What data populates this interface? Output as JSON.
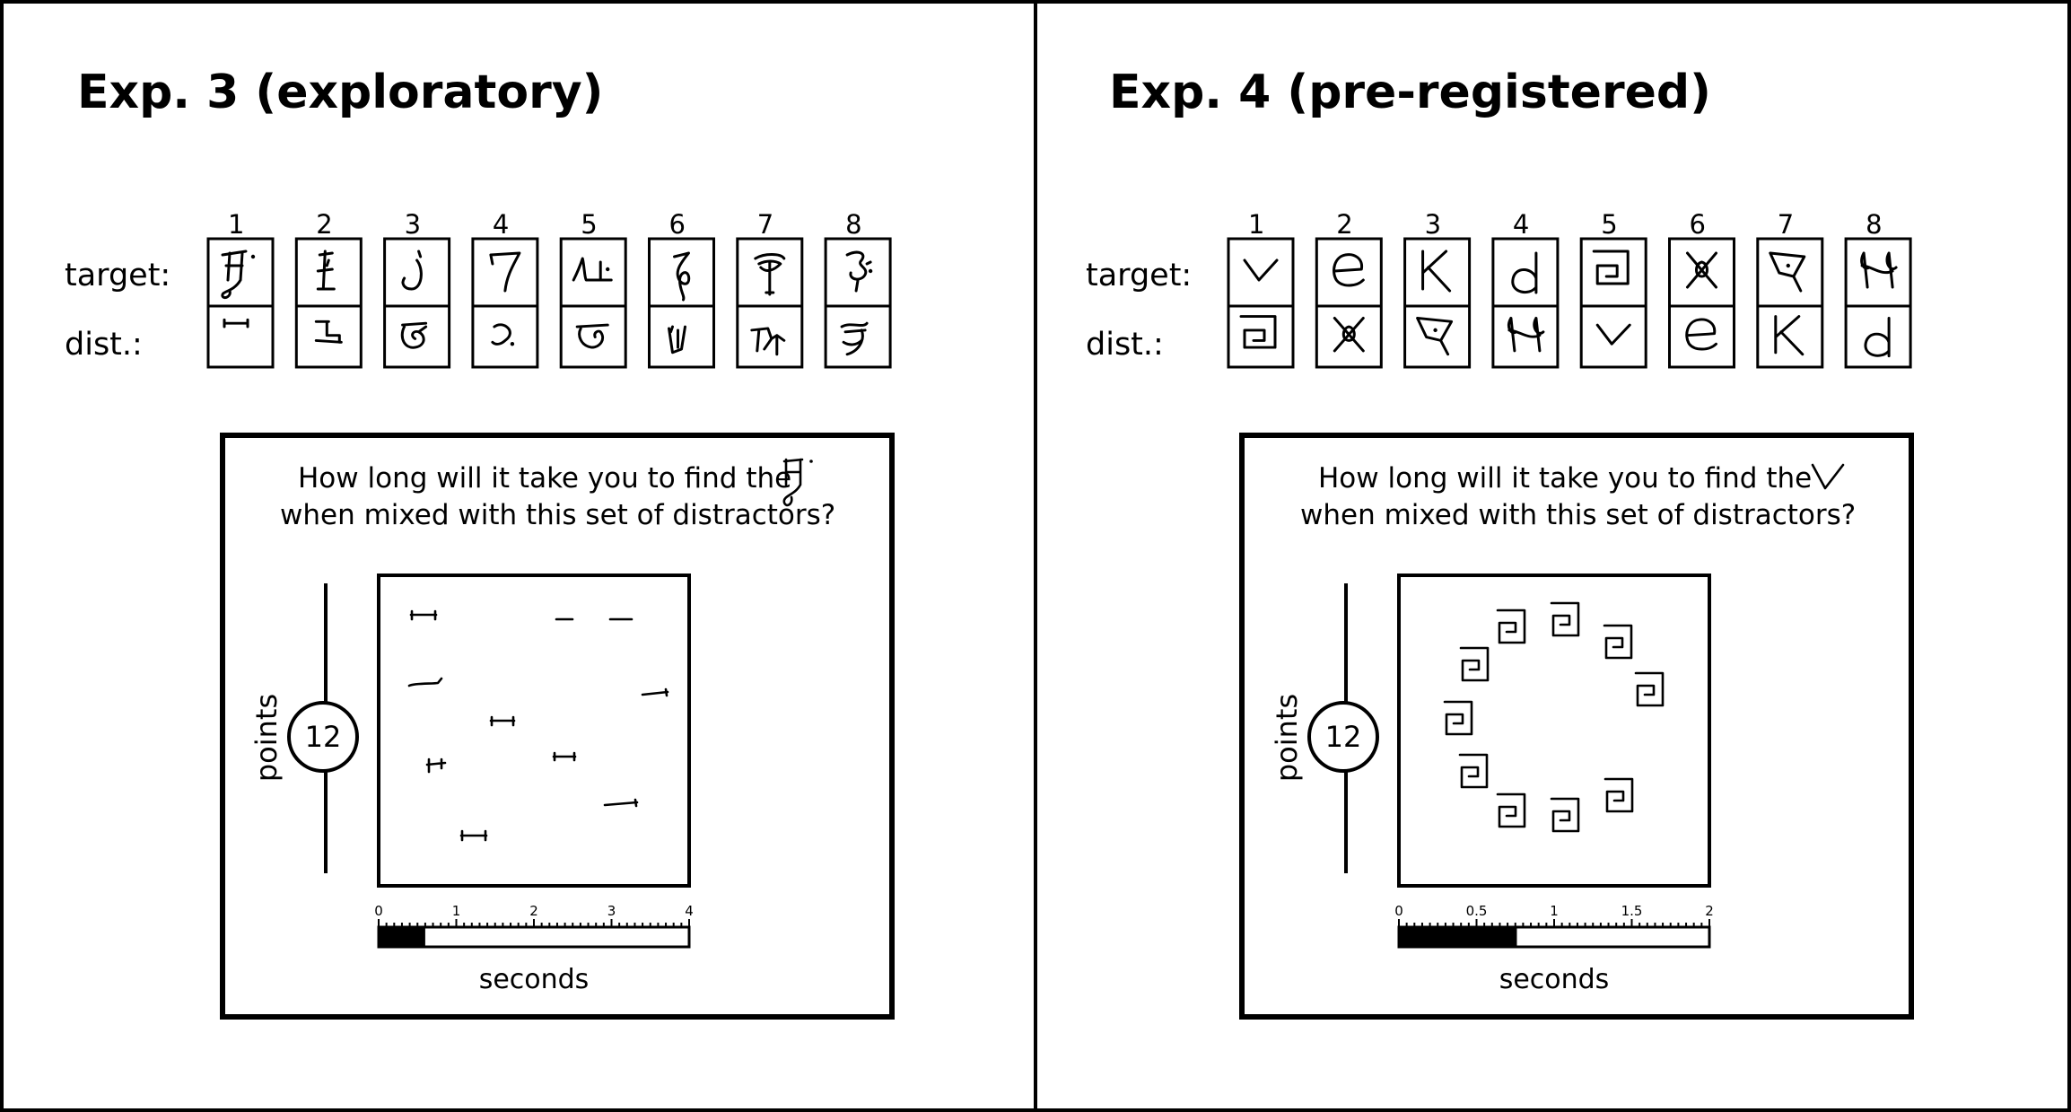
{
  "panels": [
    {
      "title": "Exp. 3 (exploratory)",
      "row_labels": {
        "target": "target:",
        "dist": "dist.:"
      },
      "column_numbers": [
        "1",
        "2",
        "3",
        "4",
        "5",
        "6",
        "7",
        "8"
      ],
      "question_line1": "How long will it take you to find the",
      "question_line2": "when mixed with this set of distractors?",
      "points_label": "points",
      "points_value": "12",
      "axis_label": "seconds",
      "axis_ticks": [
        "0",
        "1",
        "2",
        "3",
        "4"
      ],
      "axis_max": 4,
      "bar_fill_seconds": 0.6
    },
    {
      "title": "Exp. 4 (pre-registered)",
      "row_labels": {
        "target": "target:",
        "dist": "dist.:"
      },
      "column_numbers": [
        "1",
        "2",
        "3",
        "4",
        "5",
        "6",
        "7",
        "8"
      ],
      "question_line1": "How long will it take you to find the",
      "question_line2": "when mixed with this set of distractors?",
      "points_label": "points",
      "points_value": "12",
      "axis_label": "seconds",
      "axis_ticks": [
        "0",
        "0.5",
        "1",
        "1.5",
        "2"
      ],
      "axis_max": 2,
      "bar_fill_seconds": 0.76
    }
  ],
  "glyphs": {
    "exp3_target": [
      "script-1",
      "script-2",
      "script-3",
      "script-4",
      "script-5",
      "script-6",
      "script-7",
      "script-8"
    ],
    "exp3_dist": [
      "script-d1",
      "script-d2",
      "script-d3",
      "script-d4",
      "script-d5",
      "script-d6",
      "script-d7",
      "script-d8"
    ],
    "exp4_target": [
      "v",
      "e",
      "K",
      "d",
      "spiral",
      "x-loop",
      "box-dot",
      "H-loop"
    ],
    "exp4_dist": [
      "spiral",
      "x-loop",
      "box-dot",
      "H-loop",
      "v",
      "e",
      "K",
      "d"
    ]
  }
}
